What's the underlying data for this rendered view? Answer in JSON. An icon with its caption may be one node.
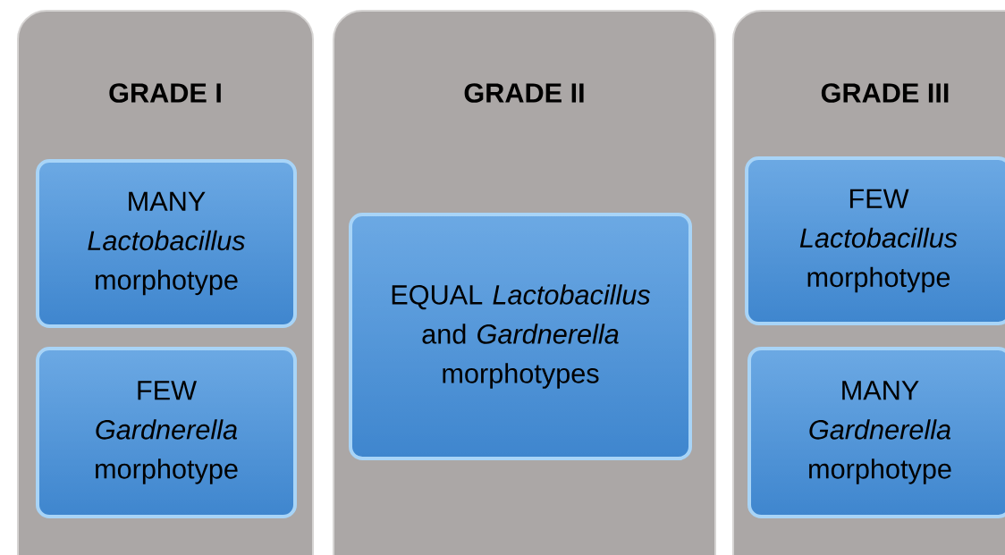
{
  "diagram": {
    "nodes": [
      {
        "text": [
          "GRADE I"
        ]
      },
      {
        "text": [
          "MANY *Lactobacillus* morphotype"
        ],
        "in": 0
      },
      {
        "text": [
          "FEW *Gardnerella* morphotype"
        ],
        "in": 0
      },
      {
        "text": [
          "GRADE II"
        ]
      },
      {
        "text": [
          "EQUAL *Lactobacillus* and *Gardnerella* morphotypes"
        ],
        "in": 3
      },
      {
        "text": [
          "GRADE III"
        ]
      },
      {
        "text": [
          "FEW *Lactobacillus* morphotype"
        ],
        "in": 5
      },
      {
        "text": [
          "MANY *Gardnerella* morphotype"
        ],
        "in": 5
      }
    ]
  }
}
